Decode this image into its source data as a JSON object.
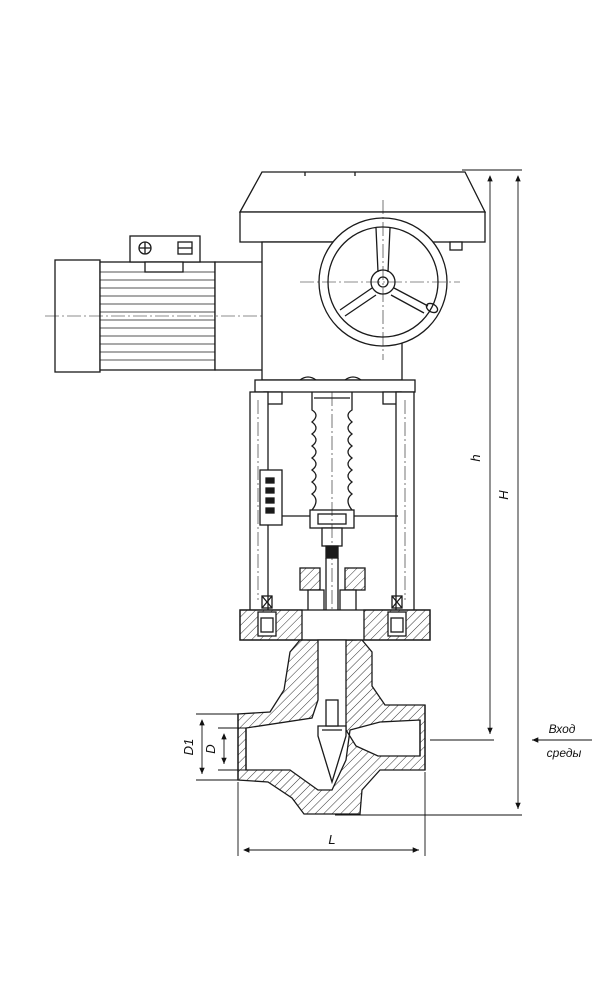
{
  "drawing": {
    "dimensions": {
      "h": "h",
      "H": "H",
      "L": "L",
      "D": "D",
      "D1": "D1"
    },
    "flow_label": {
      "line1": "Вход",
      "line2": "среды"
    },
    "colors": {
      "line": "#1a1a1a",
      "hatch": "#333333",
      "background": "#ffffff"
    }
  }
}
